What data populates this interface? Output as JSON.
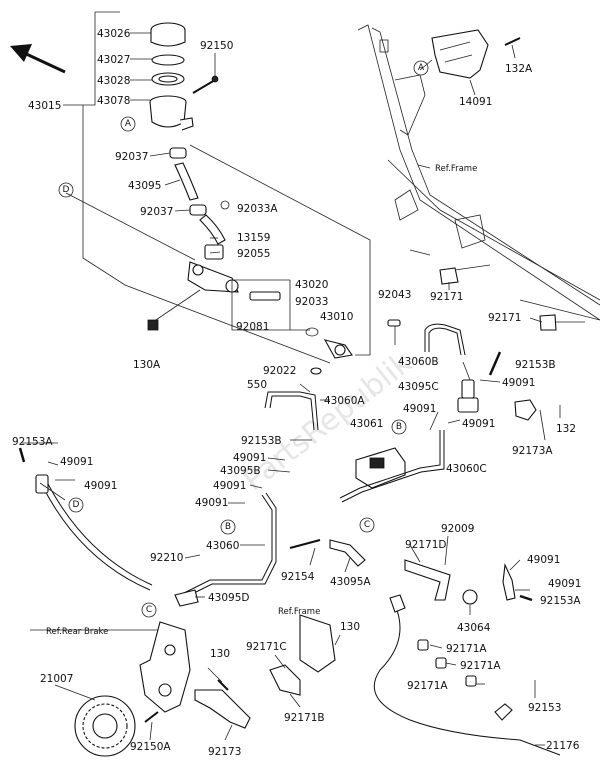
{
  "watermark": "PartsRepublik",
  "callouts": {
    "A": "A",
    "B": "B",
    "C": "C",
    "D": "D"
  },
  "parts": {
    "p43026": "43026",
    "p43027": "43027",
    "p43028": "43028",
    "p43078": "43078",
    "p92150": "92150",
    "p43015": "43015",
    "p92037a": "92037",
    "p43095": "43095",
    "p92037b": "92037",
    "p92033A": "92033A",
    "p13159": "13159",
    "p92055": "92055",
    "p43020": "43020",
    "p92033": "92033",
    "p92081": "92081",
    "p43010": "43010",
    "p92043": "92043",
    "p130A": "130A",
    "p92022": "92022",
    "p132A": "132A",
    "p14091": "14091",
    "p92171a": "92171",
    "p92171b": "92171",
    "p43060B": "43060B",
    "p92153B": "92153B",
    "p43095C": "43095C",
    "p49091a": "49091",
    "p49091b": "49091",
    "p49091c": "49091",
    "p92173A": "92173A",
    "p132": "132",
    "p550": "550",
    "p43060A": "43060A",
    "p43061": "43061",
    "p43060C": "43060C",
    "p92153A_left": "92153A",
    "p49091d": "49091",
    "p49091e": "49091",
    "p92153B_mid": "92153B",
    "p49091f": "49091",
    "p43095B": "43095B",
    "p49091g": "49091",
    "p49091h": "49091",
    "p43060": "43060",
    "p92210": "92210",
    "p43095D": "43095D",
    "p92154": "92154",
    "p43095A": "43095A",
    "p92009": "92009",
    "p92171D": "92171D",
    "p49091i": "49091",
    "p49091j": "49091",
    "p92153A_right": "92153A",
    "p43064": "43064",
    "p130a": "130",
    "p130b": "130",
    "p92171C": "92171C",
    "p92171B": "92171B",
    "p21007": "21007",
    "p92150A": "92150A",
    "p92173": "92173",
    "p92171A_1": "92171A",
    "p92171A_2": "92171A",
    "p92171A_3": "92171A",
    "p92153": "92153",
    "p21176": "21176"
  },
  "refs": {
    "frame_top": "Ref.Frame",
    "frame_mid": "Ref.Frame",
    "rear_brake": "Ref.Rear Brake"
  }
}
